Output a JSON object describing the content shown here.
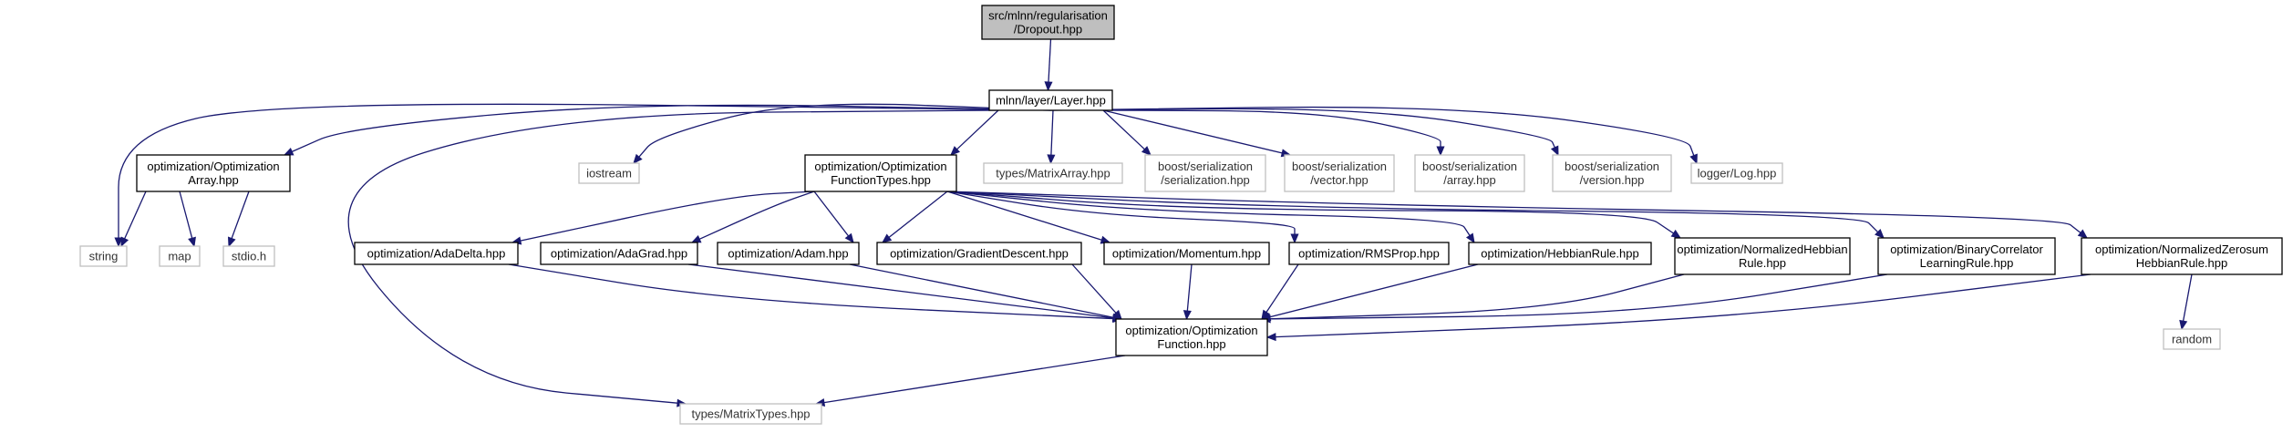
{
  "nodes": {
    "dropout": {
      "lines": [
        "src/mlnn/regularisation",
        "/Dropout.hpp"
      ],
      "style": "focus"
    },
    "layer": {
      "lines": [
        "mlnn/layer/Layer.hpp"
      ],
      "style": "normal"
    },
    "iostream": {
      "lines": [
        "iostream"
      ],
      "style": "external"
    },
    "string": {
      "lines": [
        "string"
      ],
      "style": "external"
    },
    "optarray": {
      "lines": [
        "optimization/Optimization",
        "Array.hpp"
      ],
      "style": "normal"
    },
    "map": {
      "lines": [
        "map"
      ],
      "style": "external"
    },
    "stdio": {
      "lines": [
        "stdio.h"
      ],
      "style": "external"
    },
    "optfunctypes": {
      "lines": [
        "optimization/Optimization",
        "FunctionTypes.hpp"
      ],
      "style": "normal"
    },
    "matrixarray": {
      "lines": [
        "types/MatrixArray.hpp"
      ],
      "style": "external"
    },
    "boostser": {
      "lines": [
        "boost/serialization",
        "/serialization.hpp"
      ],
      "style": "external"
    },
    "boostvec": {
      "lines": [
        "boost/serialization",
        "/vector.hpp"
      ],
      "style": "external"
    },
    "boostarr": {
      "lines": [
        "boost/serialization",
        "/array.hpp"
      ],
      "style": "external"
    },
    "boostver": {
      "lines": [
        "boost/serialization",
        "/version.hpp"
      ],
      "style": "external"
    },
    "logger": {
      "lines": [
        "logger/Log.hpp"
      ],
      "style": "external"
    },
    "adadelta": {
      "lines": [
        "optimization/AdaDelta.hpp"
      ],
      "style": "normal"
    },
    "adagrad": {
      "lines": [
        "optimization/AdaGrad.hpp"
      ],
      "style": "normal"
    },
    "adam": {
      "lines": [
        "optimization/Adam.hpp"
      ],
      "style": "normal"
    },
    "graddesc": {
      "lines": [
        "optimization/GradientDescent.hpp"
      ],
      "style": "normal"
    },
    "momentum": {
      "lines": [
        "optimization/Momentum.hpp"
      ],
      "style": "normal"
    },
    "rmsprop": {
      "lines": [
        "optimization/RMSProp.hpp"
      ],
      "style": "normal"
    },
    "hebbian": {
      "lines": [
        "optimization/HebbianRule.hpp"
      ],
      "style": "normal"
    },
    "normhebbian": {
      "lines": [
        "optimization/NormalizedHebbian",
        "Rule.hpp"
      ],
      "style": "normal"
    },
    "bincorr": {
      "lines": [
        "optimization/BinaryCorrelator",
        "LearningRule.hpp"
      ],
      "style": "normal"
    },
    "normzero": {
      "lines": [
        "optimization/NormalizedZerosum",
        "HebbianRule.hpp"
      ],
      "style": "normal"
    },
    "optfunc": {
      "lines": [
        "optimization/Optimization",
        "Function.hpp"
      ],
      "style": "normal"
    },
    "random": {
      "lines": [
        "random"
      ],
      "style": "external"
    },
    "matrixtypes": {
      "lines": [
        "types/MatrixTypes.hpp"
      ],
      "style": "external"
    }
  },
  "edges": [
    [
      "dropout",
      "layer"
    ],
    [
      "layer",
      "iostream"
    ],
    [
      "layer",
      "string"
    ],
    [
      "layer",
      "optarray"
    ],
    [
      "layer",
      "optfunctypes"
    ],
    [
      "layer",
      "matrixarray"
    ],
    [
      "layer",
      "boostser"
    ],
    [
      "layer",
      "boostvec"
    ],
    [
      "layer",
      "boostarr"
    ],
    [
      "layer",
      "boostver"
    ],
    [
      "layer",
      "logger"
    ],
    [
      "layer",
      "matrixtypes"
    ],
    [
      "optarray",
      "string"
    ],
    [
      "optarray",
      "map"
    ],
    [
      "optarray",
      "stdio"
    ],
    [
      "optfunctypes",
      "adadelta"
    ],
    [
      "optfunctypes",
      "adagrad"
    ],
    [
      "optfunctypes",
      "adam"
    ],
    [
      "optfunctypes",
      "graddesc"
    ],
    [
      "optfunctypes",
      "momentum"
    ],
    [
      "optfunctypes",
      "rmsprop"
    ],
    [
      "optfunctypes",
      "hebbian"
    ],
    [
      "optfunctypes",
      "normhebbian"
    ],
    [
      "optfunctypes",
      "bincorr"
    ],
    [
      "optfunctypes",
      "normzero"
    ],
    [
      "adadelta",
      "optfunc"
    ],
    [
      "adagrad",
      "optfunc"
    ],
    [
      "adam",
      "optfunc"
    ],
    [
      "graddesc",
      "optfunc"
    ],
    [
      "momentum",
      "optfunc"
    ],
    [
      "rmsprop",
      "optfunc"
    ],
    [
      "hebbian",
      "optfunc"
    ],
    [
      "normhebbian",
      "optfunc"
    ],
    [
      "bincorr",
      "optfunc"
    ],
    [
      "normzero",
      "optfunc"
    ],
    [
      "normzero",
      "random"
    ],
    [
      "optfunc",
      "matrixtypes"
    ]
  ],
  "colors": {
    "edge": "#191970",
    "focus_fill": "#bfbfbf",
    "node_border": "#000000",
    "external_border": "#bfbfbf",
    "background": "#ffffff"
  }
}
